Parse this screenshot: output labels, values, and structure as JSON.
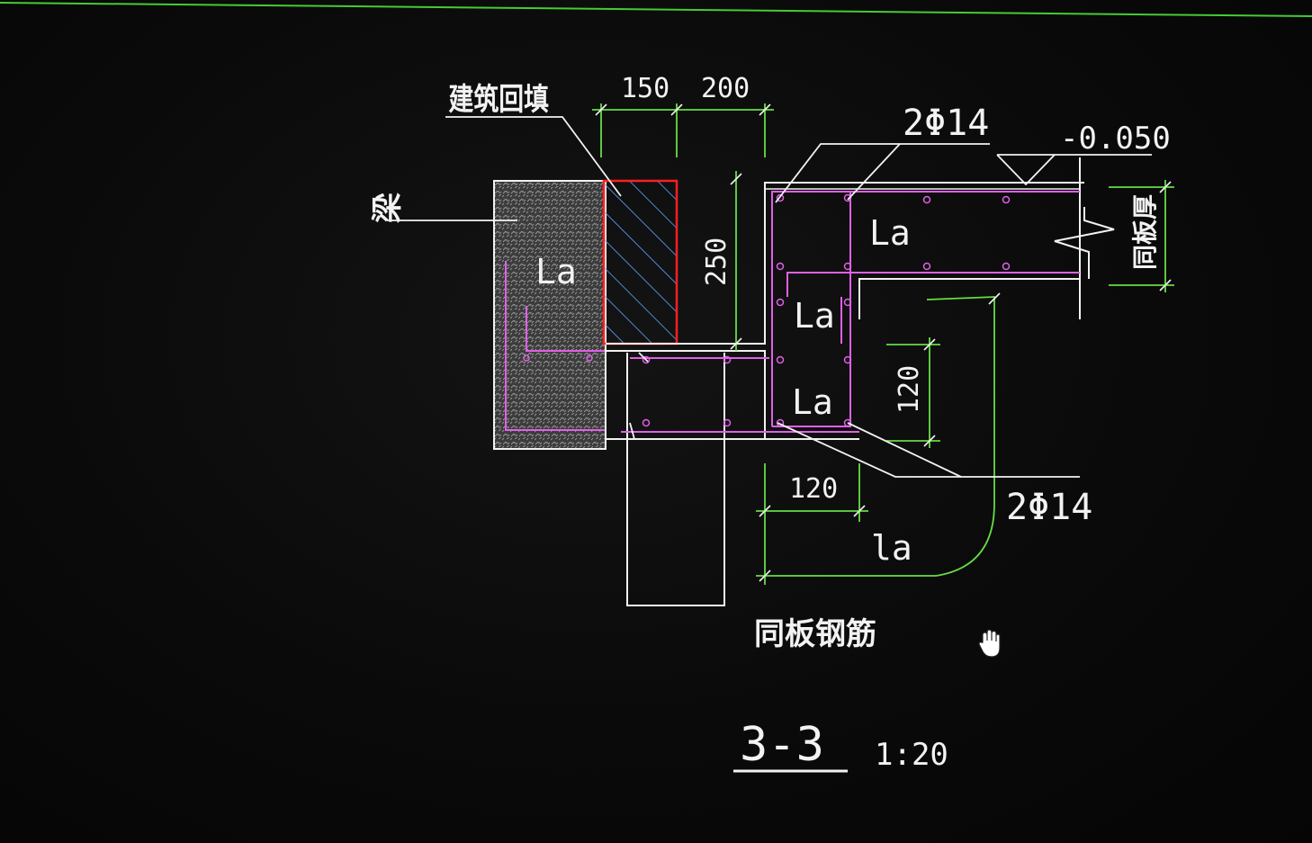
{
  "drawing": {
    "section_id": "3-3",
    "scale": "1:20",
    "colors": {
      "background": "#050505",
      "line_white": "#f2f2f2",
      "rebar_magenta": "#e060e8",
      "hatch_red": "#ff2020",
      "hatch_blue": "#5aa8ff",
      "dimension_green": "#66dd44",
      "window_border_green": "#44cc33"
    },
    "labels": {
      "backfill": "建筑回填",
      "beam": "梁",
      "rebar_top": "2Φ14",
      "rebar_bottom": "2Φ14",
      "elevation": "-0.050",
      "slab_thickness": "同板厚",
      "same_as_slab_rebar": "同板钢筋"
    },
    "anchorage_labels": {
      "beam_la": "La",
      "upper_la": "La",
      "middle_la": "La",
      "lower_la": "La",
      "bottom_la": "la"
    },
    "dimensions": {
      "dim_150": "150",
      "dim_200": "200",
      "dim_250": "250",
      "dim_120_vertical": "120",
      "dim_120_horizontal": "120"
    },
    "cursor_icon": "hand-cursor-icon"
  }
}
